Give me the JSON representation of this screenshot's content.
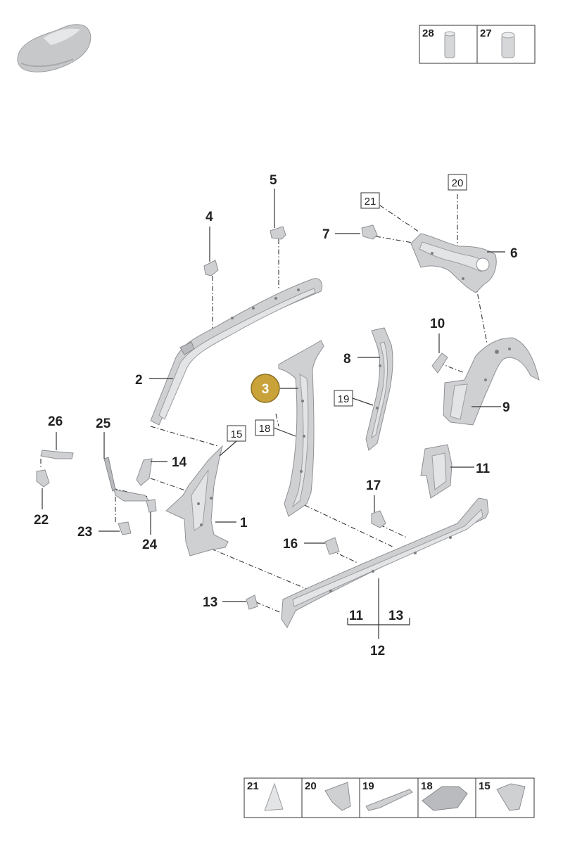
{
  "callouts": {
    "p1": "1",
    "p2": "2",
    "p3": "3",
    "p4": "4",
    "p5": "5",
    "p6": "6",
    "p7": "7",
    "p8": "8",
    "p9": "9",
    "p10": "10",
    "p11a": "11",
    "p11b": "11",
    "p12": "12",
    "p13a": "13",
    "p13b": "13",
    "p14": "14",
    "p16": "16",
    "p17": "17",
    "p22": "22",
    "p23": "23",
    "p24": "24",
    "p25": "25",
    "p26": "26"
  },
  "boxed_refs": {
    "r15": "15",
    "r18": "18",
    "r19": "19",
    "r20": "20",
    "r21": "21"
  },
  "highlight": {
    "label": "3",
    "color": "#c9a23a"
  },
  "top_legend": [
    "28",
    "27"
  ],
  "bottom_legend": [
    "21",
    "20",
    "19",
    "18",
    "15"
  ],
  "icons": {
    "car": "car-silhouette-icon",
    "plug28": "cylinder-plug-icon",
    "plug27": "round-plug-icon"
  }
}
